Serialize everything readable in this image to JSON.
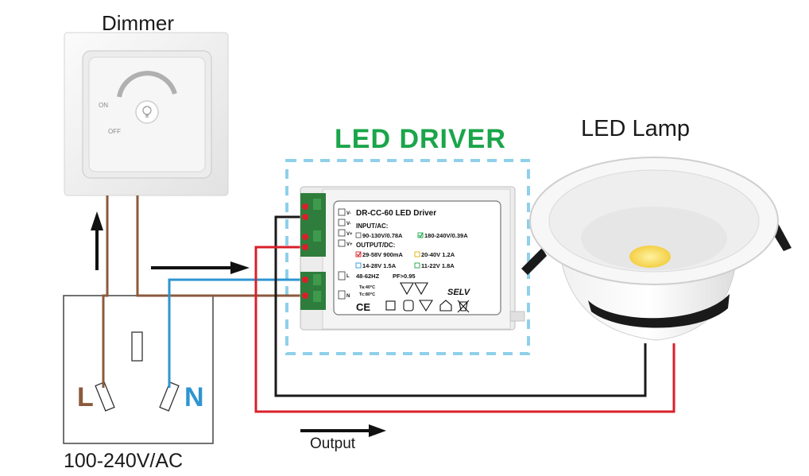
{
  "labels": {
    "dimmer_title": "Dimmer",
    "driver_title": "LED DRIVER",
    "lamp_title": "LED Lamp",
    "supply": "100-240V/AC",
    "output": "Output",
    "live": "L",
    "neutral": "N"
  },
  "dimmer": {
    "on": "ON",
    "off": "OFF"
  },
  "driver_label": {
    "model": "DR-CC-60 LED Driver",
    "input_header": "INPUT/AC:",
    "input_1": "90-130V/0.78A",
    "input_2": "180-240V/0.39A",
    "output_header": "OUTPUT/DC:",
    "output_1": "29-58V 900mA",
    "output_2": "20-40V 1.2A",
    "output_3": "14-28V 1.5A",
    "output_4": "11-22V 1.8A",
    "freq": "48-62HZ",
    "pf": "PF>0.95",
    "ta": "Ta:40°C",
    "tc": "Tc:80°C",
    "selv": "SELV",
    "ce": "CE",
    "term_vminus_1": "V-",
    "term_vminus_2": "V-",
    "term_vplus_1": "V+",
    "term_vplus_2": "V+",
    "term_l": "L",
    "term_n": "N"
  },
  "colors": {
    "driver_title": "#1aa54a",
    "live_wire": "#8b5a3c",
    "neutral_wire": "#2e95d1",
    "positive_wire": "#d8202a",
    "negative_wire": "#1a1a1a",
    "dashed_box": "#8fd0ea"
  }
}
